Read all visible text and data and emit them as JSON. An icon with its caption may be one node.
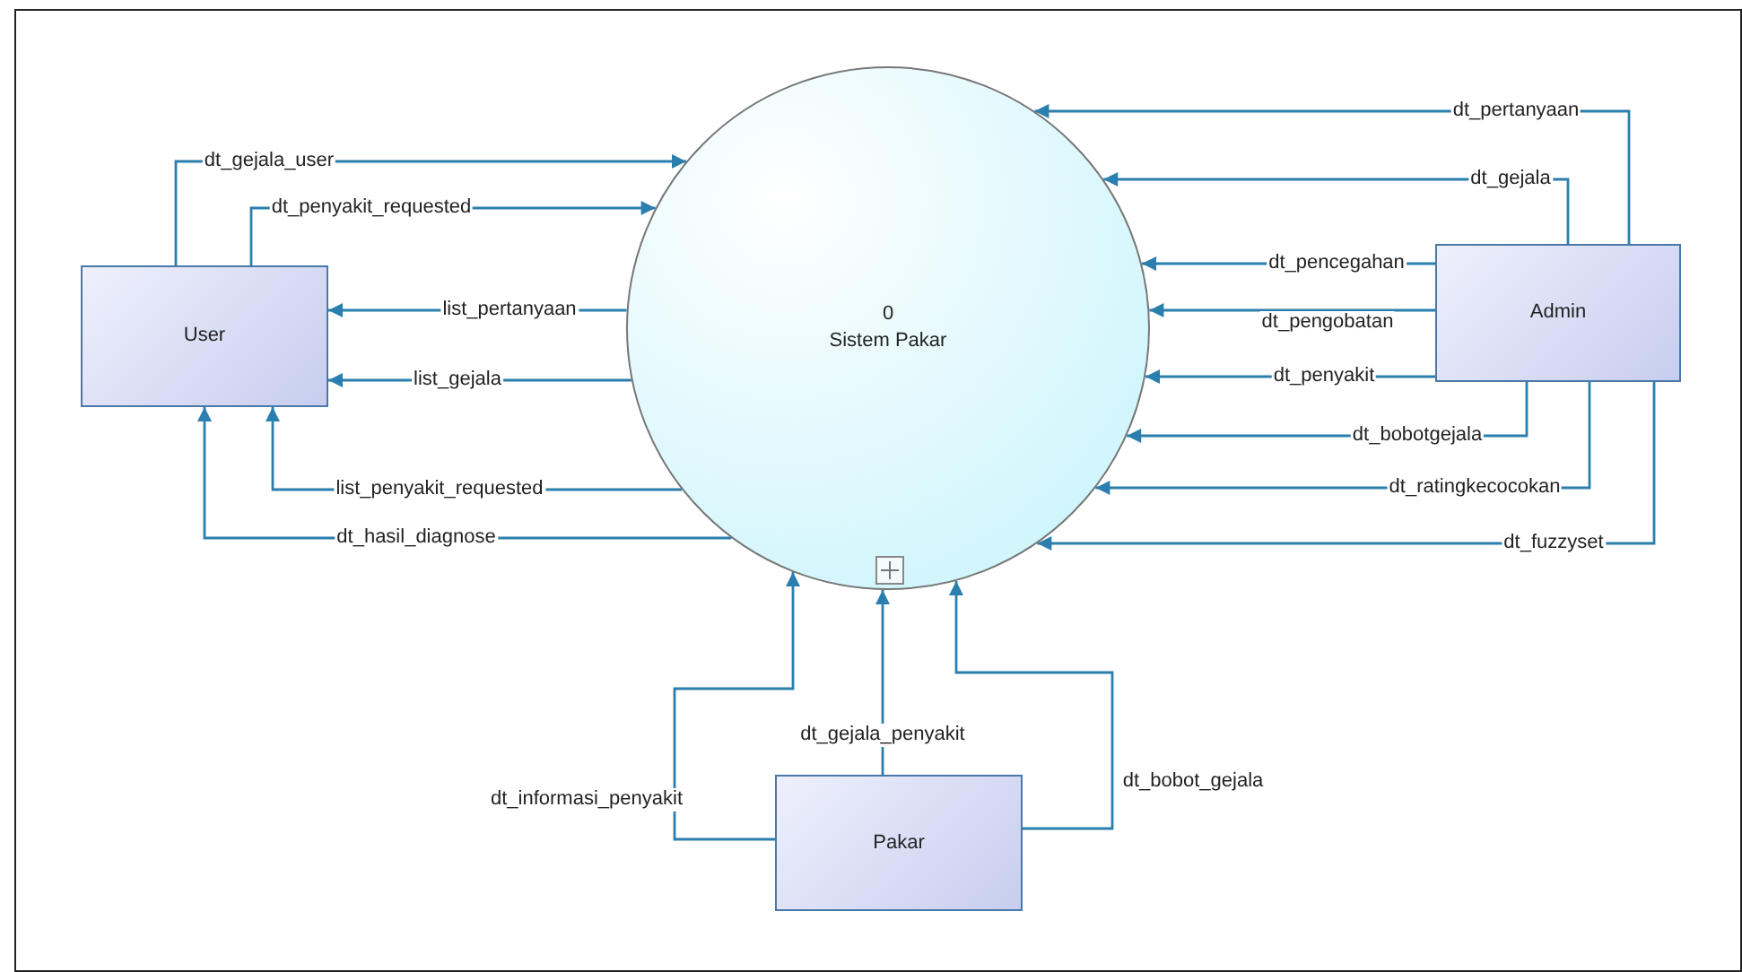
{
  "diagram": {
    "nodes": [
      {
        "text": [
          "User"
        ]
      },
      {
        "text": [
          "0",
          "Sistem Pakar"
        ]
      },
      {
        "text": [
          "Admin"
        ]
      },
      {
        "text": [
          "Pakar"
        ]
      }
    ],
    "edges": [
      {
        "from": 0,
        "to": 1,
        "arrow": "to",
        "label": "dt_gejala_user"
      },
      {
        "from": 0,
        "to": 1,
        "arrow": "to",
        "label": "dt_penyakit_requested"
      },
      {
        "from": 1,
        "to": 0,
        "arrow": "to",
        "label": "list_pertanyaan"
      },
      {
        "from": 1,
        "to": 0,
        "arrow": "to",
        "label": "list_gejala"
      },
      {
        "from": 1,
        "to": 0,
        "arrow": "to",
        "label": "list_penyakit_requested"
      },
      {
        "from": 1,
        "to": 0,
        "arrow": "to",
        "label": "dt_hasil_diagnose"
      },
      {
        "from": 2,
        "to": 1,
        "arrow": "to",
        "label": "dt_pertanyaan"
      },
      {
        "from": 2,
        "to": 1,
        "arrow": "to",
        "label": "dt_gejala"
      },
      {
        "from": 2,
        "to": 1,
        "arrow": "to",
        "label": "dt_pencegahan"
      },
      {
        "from": 2,
        "to": 1,
        "arrow": "to",
        "label": "dt_pengobatan"
      },
      {
        "from": 2,
        "to": 1,
        "arrow": "to",
        "label": "dt_penyakit"
      },
      {
        "from": 2,
        "to": 1,
        "arrow": "to",
        "label": "dt_bobotgejala"
      },
      {
        "from": 2,
        "to": 1,
        "arrow": "to",
        "label": "dt_ratingkecocokan"
      },
      {
        "from": 2,
        "to": 1,
        "arrow": "to",
        "label": "dt_fuzzyset"
      },
      {
        "from": 3,
        "to": 1,
        "arrow": "to",
        "label": "dt_informasi_penyakit"
      },
      {
        "from": 3,
        "to": 1,
        "arrow": "to",
        "label": "dt_gejala_penyakit"
      },
      {
        "from": 3,
        "to": 1,
        "arrow": "to",
        "label": "dt_bobot_gejala"
      }
    ]
  }
}
